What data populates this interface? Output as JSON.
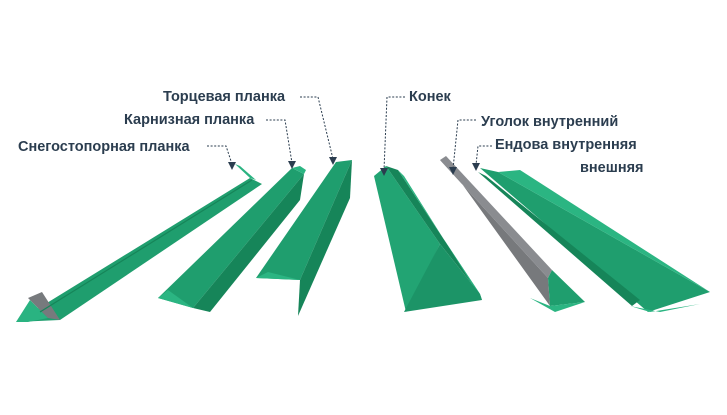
{
  "labels": {
    "snegostop": "Снегостопорная планка",
    "karniz": "Карнизная планка",
    "tortsevaya": "Торцевая планка",
    "konek": "Конек",
    "ugolok": "Уголок внутренний",
    "endova_line1": "Ендова внутренняя",
    "endova_line2": "внешняя"
  },
  "colors": {
    "green_main": "#1f9e6e",
    "green_light": "#2bb582",
    "green_dark": "#15805a",
    "gray_main": "#77797c",
    "gray_dark": "#5e6063",
    "text": "#2b3d4f"
  }
}
